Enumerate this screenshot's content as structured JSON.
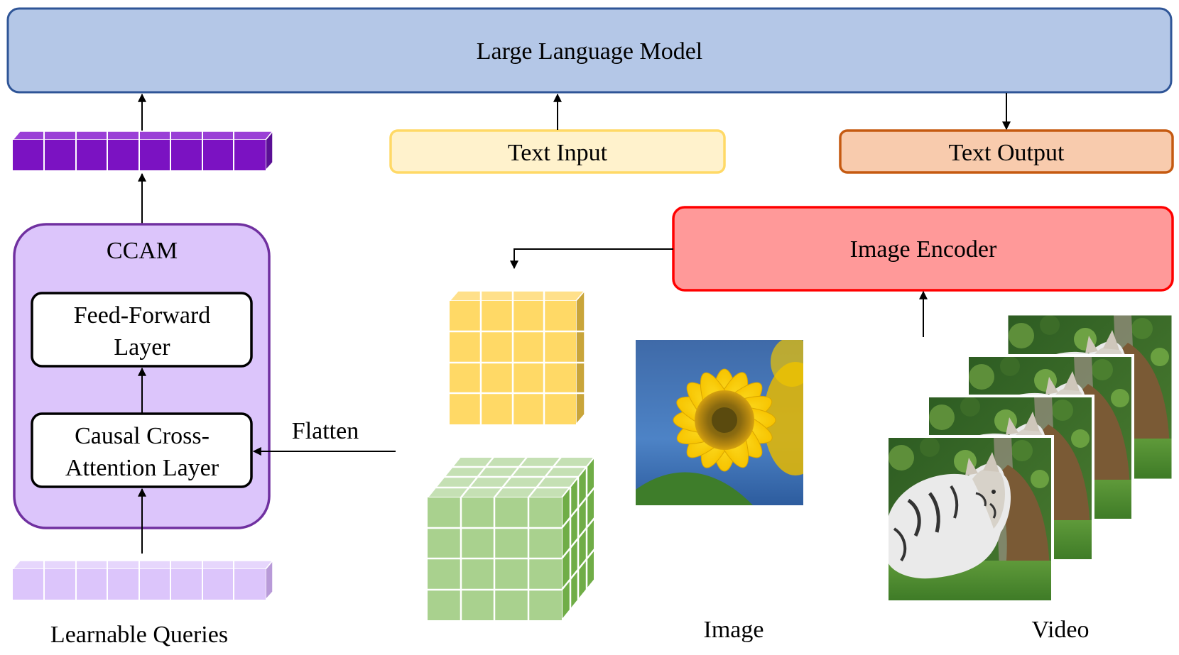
{
  "llm": {
    "label": "Large Language Model",
    "fill": "#b4c7e7",
    "stroke": "#2f5597"
  },
  "text_input": {
    "label": "Text Input",
    "fill": "#fff2cc",
    "stroke": "#ffd966"
  },
  "text_output": {
    "label": "Text Output",
    "fill": "#f8cbad",
    "stroke": "#c55a11"
  },
  "image_encoder": {
    "label": "Image Encoder",
    "fill": "#ff9999",
    "stroke": "#ff0000"
  },
  "ccam": {
    "title": "CCAM",
    "fill": "#dcc5fb",
    "stroke": "#7030a0",
    "ffn": {
      "line1": "Feed-Forward",
      "line2": "Layer"
    },
    "cca": {
      "line1": "Causal Cross-",
      "line2": "Attention Layer"
    }
  },
  "flatten_label": "Flatten",
  "learnable_queries_label": "Learnable Queries",
  "image_label": "Image",
  "video_label": "Video",
  "colors": {
    "output_tokens": "#7b12c2",
    "query_tokens": "#dcc5fb",
    "yellow_grid": "#ffd966",
    "green_cube": "#a9d18e"
  }
}
